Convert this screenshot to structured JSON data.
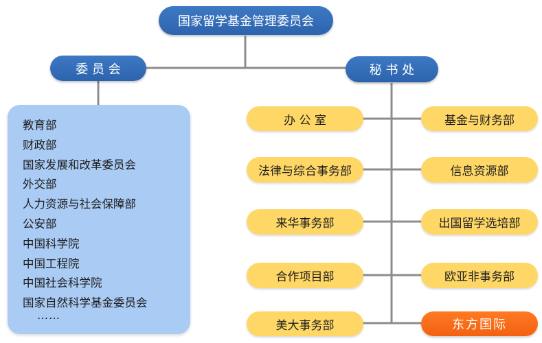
{
  "top": {
    "label": "国家留学基金管理委员会"
  },
  "committee": {
    "label": "委 员 会",
    "members": [
      "教育部",
      "财政部",
      "国家发展和改革委员会",
      "外交部",
      "人力资源与社会保障部",
      "公安部",
      "中国科学院",
      "中国工程院",
      "中国社会科学院",
      "国家自然科学基金委员会"
    ],
    "more": "……"
  },
  "secretariat": {
    "label": "秘 书 处",
    "left_departments": [
      "办 公 室",
      "法律与综合事务部",
      "来华事务部",
      "合作项目部",
      "美大事务部"
    ],
    "right_departments": [
      "基金与财务部",
      "信息资源部",
      "出国留学选培部",
      "欧亚非事务部",
      "东方国际"
    ]
  },
  "colors": {
    "header_blue": "#2d63ad",
    "member_panel": "#aacbf4",
    "department_yellow": "#ffd766",
    "highlight_orange": "#f26112",
    "connector": "#8c8c8c"
  }
}
